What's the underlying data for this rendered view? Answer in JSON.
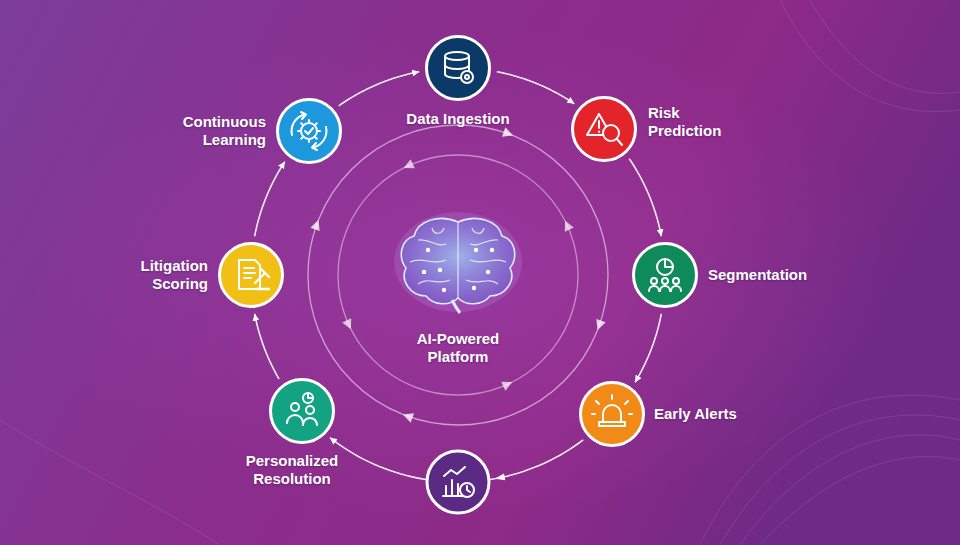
{
  "diagram": {
    "nodes": [
      {
        "text": [
          "Data Ingestion"
        ]
      },
      {
        "text": [
          "Risk Prediction"
        ]
      },
      {
        "text": [
          "Segmentation"
        ]
      },
      {
        "text": [
          "Early Alerts"
        ]
      },
      {
        "text": [
          "Personalized Resolution"
        ]
      },
      {
        "text": [
          "Litigation Scoring"
        ]
      },
      {
        "text": [
          "Continuous Learning"
        ]
      },
      {
        "text": [
          "AI-Powered Platform"
        ]
      }
    ],
    "edges": [
      {
        "from": 0,
        "to": 1,
        "arrow": "to"
      },
      {
        "from": 1,
        "to": 2,
        "arrow": "to"
      },
      {
        "from": 2,
        "to": 3,
        "arrow": "to"
      },
      {
        "from": 3,
        "to": 4,
        "arrow": "to"
      },
      {
        "from": 4,
        "to": 5,
        "arrow": "to"
      },
      {
        "from": 5,
        "to": 6,
        "arrow": "to"
      },
      {
        "from": 6,
        "to": 0,
        "arrow": "to"
      }
    ]
  }
}
